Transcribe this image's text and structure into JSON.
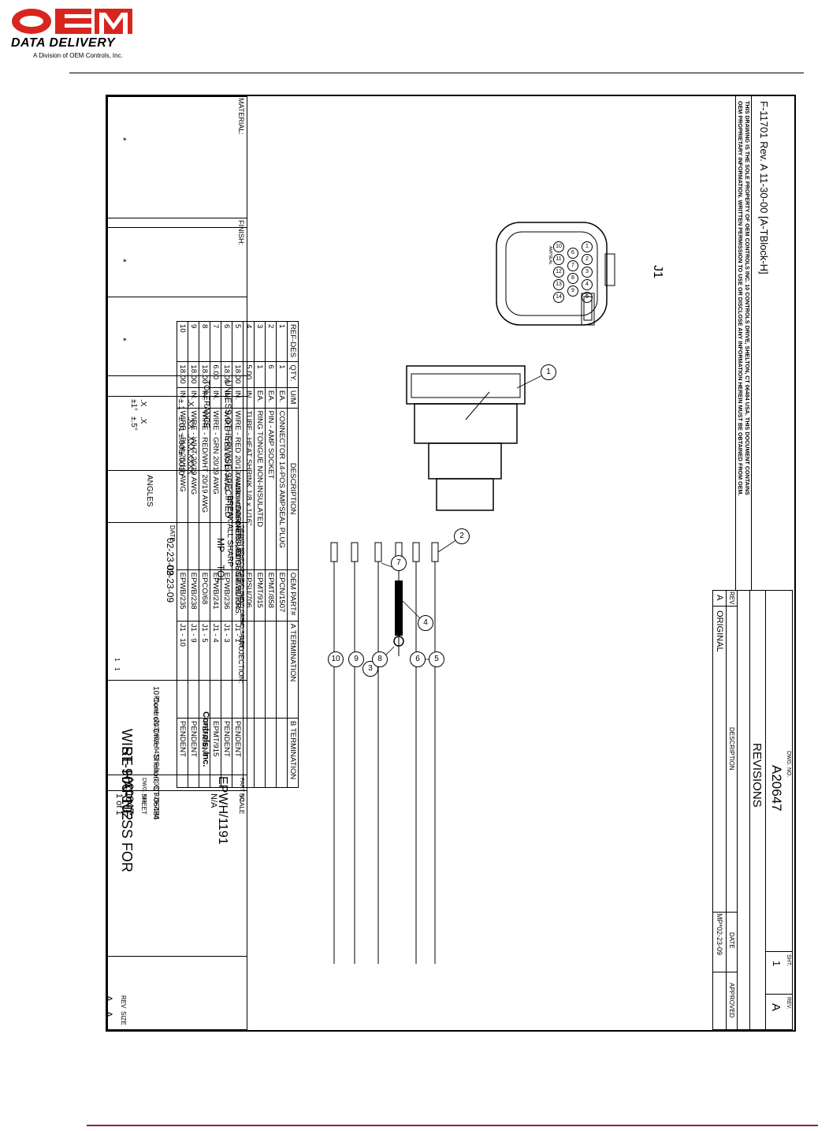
{
  "header": {
    "logo_text": "OEM",
    "tagline": "DATA DELIVERY",
    "division": "A Division of OEM Controls, Inc."
  },
  "drawing": {
    "form_ref": "F-11701 Rev. A  11-30-00 [A-TBlock-H]",
    "notice_line1": "THIS DRAWING IS THE SOLE PROPERTY OF OEM CONTROLS INC. 10 CONTROLS DRIVE, SHELTON, CT 06484 USA. THIS DOCUMENT CONTAINS",
    "notice_line2": "OEM PROPRIETARY INFORMATION. WRITTEN PERMISSION TO USE OR DISCLOSE ANY INFORMATION HEREIN MUST BE OBTAINED FROM OEM.",
    "connector_label": "J1",
    "connector_tag": "AMPSEAL",
    "pins_row1": [
      "1",
      "2",
      "3",
      "4",
      "5"
    ],
    "pins_row2": [
      "6",
      "7",
      "8",
      "9"
    ],
    "pins_row3": [
      "10",
      "11",
      "12",
      "13",
      "14"
    ],
    "callouts": [
      "1",
      "2",
      "3",
      "4",
      "5",
      "6",
      "7",
      "8",
      "9",
      "10"
    ]
  },
  "revisions": {
    "dwg_no_label": "DWG. NO.",
    "dwg_no": "A20647",
    "sht_label": "SHT.",
    "sht": "1",
    "rev_label": "REV.",
    "rev": "A",
    "title": "REVISIONS",
    "col_rev": "REV",
    "col_description": "DESCRIPTION",
    "col_date": "DATE",
    "col_approved": "APPROVED",
    "rows": [
      {
        "rev": "A",
        "description": "ORIGINAL",
        "date": "MP*02-23-09",
        "approved": ""
      }
    ]
  },
  "bom": {
    "headers": [
      "REF-DES",
      "QTY.",
      "U/M",
      "DESCRIPTION",
      "OEM PART#",
      "A TERMINATION",
      "B TERMINATION"
    ],
    "rows": [
      [
        "1",
        "1",
        "EA.",
        "CONNECTOR 14-POS AMPSEAL PLUG",
        "EPCN/1507",
        "",
        ""
      ],
      [
        "2",
        "6",
        "EA.",
        "PIN - AMP SOCKET",
        "EPMT/858",
        "",
        ""
      ],
      [
        "3",
        "1",
        "EA.",
        "RING TONGUE NON-INSULATED",
        "EPMT/915",
        "",
        ""
      ],
      [
        "4",
        "5.00",
        "IN.",
        "TUBE - HEAT SHRINK 1/8 x 1/16\"",
        "EPSU/706",
        "",
        ""
      ],
      [
        "5",
        "18.00",
        "IN.",
        "WIRE - RED 20/19 AWG",
        "EPWB/234",
        "J1 - 1",
        "PENDENT"
      ],
      [
        "6",
        "18.00",
        "IN.",
        "WIRE - YEL 20/19 AWG",
        "EPWB/236",
        "J1 - 3",
        "PENDENT"
      ],
      [
        "7",
        "6.00",
        "IN.",
        "WIRE - GRN 20/19 AWG",
        "EPWB/241",
        "J1 - 4",
        "EPMT/915"
      ],
      [
        "8",
        "18.00",
        "IN.",
        "WIRE - RED/WHT 20/19 AWG",
        "EPCO/68",
        "J1 - 5",
        "PENDENT"
      ],
      [
        "9",
        "18.00",
        "IN.",
        "WIRE - WHT 20/19 AWG",
        "EPWB/238",
        "J1 - 9",
        "PENDENT"
      ],
      [
        "10",
        "18.00",
        "IN.",
        "WIRE - BLK 20/19 AWG",
        "EPWB/235",
        "J1 - 10",
        "PENDENT"
      ]
    ]
  },
  "title_block": {
    "material_label": "MATERIAL:",
    "material_value": "*",
    "finish_label": "FINISH:",
    "finish_value": "*",
    "extra_value": "*",
    "unless": "UNLESS OTHERWISE SPECIFIED",
    "tolerance": "TOLERANCE",
    "angles": "ANGLES",
    "tol_rows": [
      [
        ".X",
        "±.1"
      ],
      [
        ".XX",
        "±.01"
      ],
      [
        ".XXX",
        "±.005"
      ],
      [
        ".XXXX",
        "±.0010"
      ]
    ],
    "ang_rows": [
      [
        ".X",
        "±1°"
      ],
      [
        ".X",
        "±.5°"
      ]
    ],
    "dim_units": "DIMENSIONAL UNITS: UNITS",
    "undim_radii": "UNDIMENSIONED RADII: RADII",
    "break_line1": "BREAK ALL SHARP",
    "break_line2": "CORNERS, EDGES & BURRS.",
    "drawn_by_label": "DRAWN BY",
    "drawn_by": "MP",
    "checked_by_label": "CHECKED BY",
    "checked_by": "TOL",
    "apvd_eng": "APVD ENG.",
    "apvd_desn": "APVD DESN",
    "apvd_sales": "APVD SALES",
    "date_label": "DATE",
    "drawn_date": "02-23-09",
    "checked_date": "02-23-09",
    "projection": "PROJECTION:",
    "scale_ratio_top": "1",
    "scale_ratio_bot": "1",
    "company": "Controls, Inc.",
    "address": "10 Controls Drive - Shelton, CT 06484",
    "phone": "Phone: (203) 929-8431  Fax: (203) 929-7546",
    "title_line1": "WIRE HARNESS FOR",
    "title_line2": "ST-900-102",
    "part_no_label": "PART NO.",
    "part_no": "EPWH/1191",
    "dwg_no_label": "DWG. NO.",
    "dwg_no": "A20647",
    "rev_label": "REV",
    "rev": "A",
    "scale_label": "SCALE",
    "scale": "N/A",
    "sheet_label": "SHEET",
    "sheet": "1 of 1",
    "size_label": "SIZE",
    "size": "A"
  },
  "colors": {
    "brand_red": "#d7261e",
    "footer_rule": "#7a2b3a"
  }
}
